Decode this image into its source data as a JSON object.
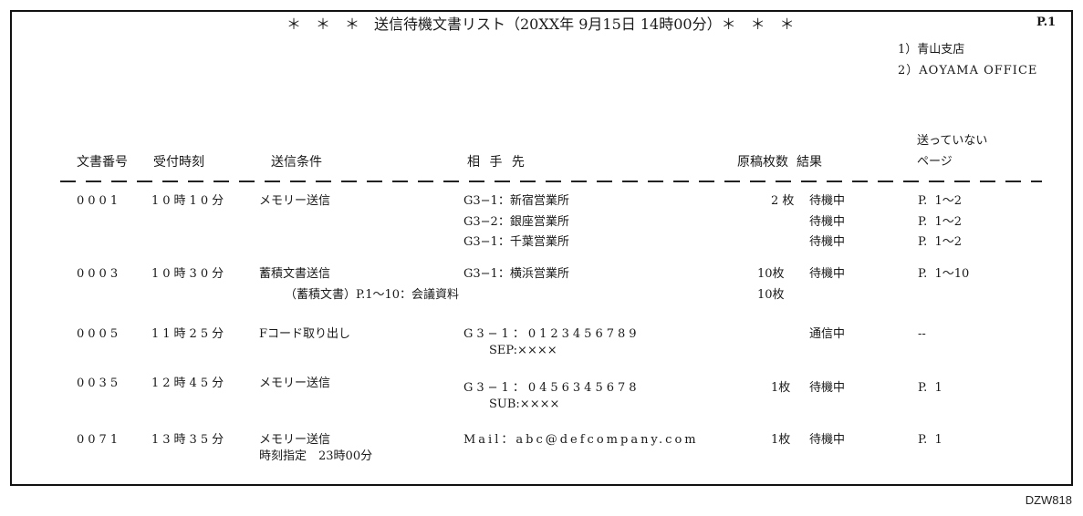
{
  "report": {
    "title": "＊　＊　＊　送信待機文書リスト（20XX年 9月15日 14時00分）＊　＊　＊",
    "page": "P.1",
    "sender": [
      "1）青山支店",
      "2）AOYAMA OFFICE"
    ]
  },
  "columns": {
    "doc_no": "文書番号",
    "received": "受付時刻",
    "condition": "送信条件",
    "destination": "相 手 先",
    "pages": "原稿枚数",
    "result": "結果",
    "unsent_line1": "送っていない",
    "unsent_line2": "ページ"
  },
  "rows": [
    {
      "doc_no": "0001",
      "received": "10時10分",
      "condition": "メモリー送信",
      "dest": [
        "G3−1：新宿営業所",
        "G3−2：銀座営業所",
        "G3−1：千葉営業所"
      ],
      "pages": "2 枚",
      "result": [
        "待機中",
        "待機中",
        "待機中"
      ],
      "unsent": [
        "P.  1〜2",
        "P.  1〜2",
        "P.  1〜2"
      ]
    },
    {
      "doc_no": "0003",
      "received": "10時30分",
      "condition": "蓄積文書送信",
      "sub": "（蓄積文書）P.1〜10：会議資料",
      "dest": [
        "G3−1：横浜営業所"
      ],
      "pages": "10枚",
      "pages2": "10枚",
      "result": [
        "待機中"
      ],
      "unsent": [
        "P.  1〜10"
      ]
    },
    {
      "doc_no": "0005",
      "received": "11時25分",
      "condition": "Fコード取り出し",
      "dest": [
        "G3−1：0123456789"
      ],
      "dest_sub": "SEP:××××",
      "pages": "",
      "result": [
        "通信中"
      ],
      "unsent": [
        "--"
      ]
    },
    {
      "doc_no": "0035",
      "received": "12時45分",
      "condition": "メモリー送信",
      "dest": [
        "G3−1：0456345678"
      ],
      "dest_sub": "SUB:××××",
      "pages": "1枚",
      "result": [
        "待機中"
      ],
      "unsent": [
        "P.  1"
      ]
    },
    {
      "doc_no": "0071",
      "received": "13時35分",
      "condition": "メモリー送信",
      "condition2": "時刻指定　23時00分",
      "dest": [
        "Mail：abc@defcompany.com"
      ],
      "pages": "1枚",
      "result": [
        "待機中"
      ],
      "unsent": [
        "P.  1"
      ]
    }
  ],
  "figure_code": "DZW818"
}
